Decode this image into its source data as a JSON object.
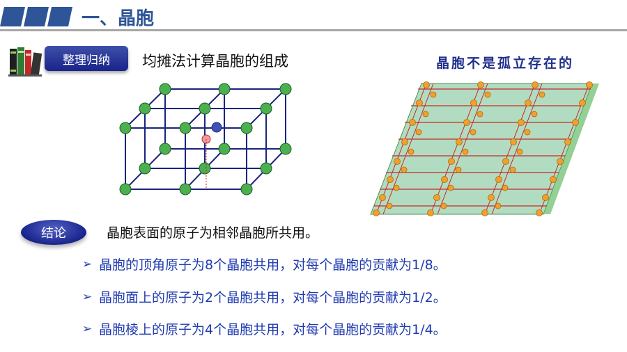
{
  "header": {
    "title": "一、晶胞"
  },
  "badge": {
    "label": "整理归纳"
  },
  "subtitle": "均摊法计算晶胞的组成",
  "right_title": "晶胞不是孤立存在的",
  "conclusion": {
    "label": "结论",
    "text": "晶胞表面的原子为相邻晶胞所共用。",
    "bullets": [
      "晶胞的顶角原子为8个晶胞共用，对每个晶胞的贡献为1/8。",
      "晶胞面上的原子为2个晶胞共用，对每个晶胞的贡献为1/2。",
      "晶胞棱上的原子为4个晶胞共用，对每个晶胞的贡献为1/4。"
    ]
  },
  "colors": {
    "accent": "#2E5597",
    "badge": "#1a238a",
    "bullet": "#1F3BB0",
    "atom": "#4CAF50"
  }
}
